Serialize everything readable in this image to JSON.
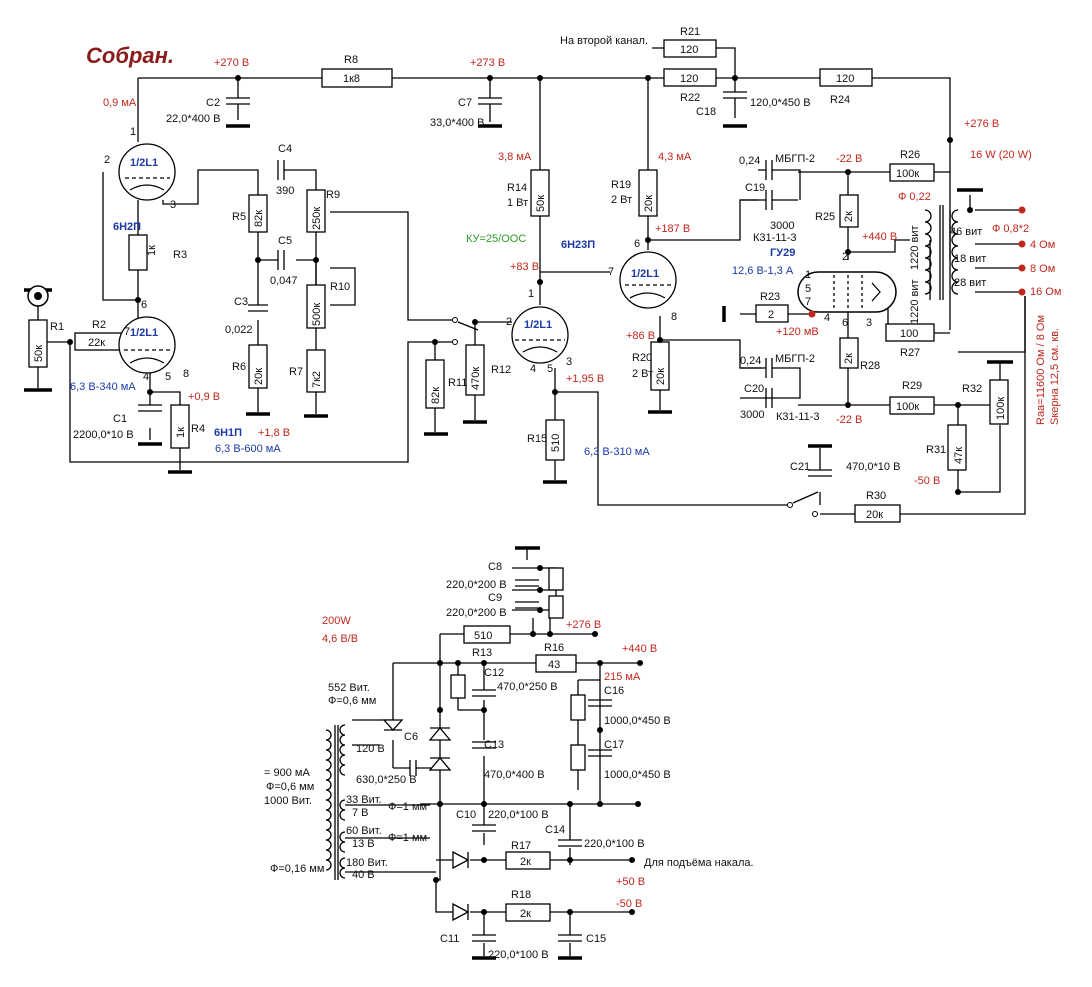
{
  "title": "Собран.",
  "colors": {
    "red": "#c0281e",
    "blue": "#1c3aa6",
    "green": "#2a9a2a",
    "title": "#8b1a1a"
  },
  "labels": {
    "v270": "+270 В",
    "v273": "+273 В",
    "v276": "+276 В",
    "v276b": "+276 В",
    "r8": "R8",
    "r8v": "1к8",
    "c2": "C2",
    "c2v": "22,0*400 В",
    "c7": "C7",
    "c7v": "33,0*400 В",
    "ma09": "0,9 мА",
    "ma38": "3,8 мА",
    "ma43": "4,3 мА",
    "second": "На второй канал.",
    "r21": "R21",
    "r21v": "120",
    "r22": "R22",
    "r22v": "120",
    "c18": "C18",
    "c18v": "120,0*450 В",
    "r24": "R24",
    "r24v": "120",
    "w16": "16 W (20 W)",
    "r26": "R26",
    "r26v": "100к",
    "mbgp1": "МБГП-2",
    "c19a": "0,24",
    "c19": "C19",
    "c19b": "3000",
    "k31a": "К31-11-3",
    "vm22a": "-22 В",
    "r25": "R25",
    "r25v": "2к",
    "v440": "+440 В",
    "gu29": "ГУ29",
    "gu29v": "12,6 В-1,3 А",
    "f022": "Ф 0,22",
    "f082": "Ф 0,8*2",
    "t1220a": "1220 вит",
    "t1220b": "1220 вит",
    "t46": "46 вит",
    "t18": "18 вит",
    "t28": "28 вит",
    "o4": "4 Ом",
    "o8": "8 Ом",
    "o16": "16 Ом",
    "raa": "Rаа=11600 Ом / 8 Ом",
    "core": "Sкерна 12,5 см. кв.",
    "r23": "R23",
    "r23v": "2",
    "mv120": "+120 мВ",
    "r27": "R27",
    "r27v": "100",
    "mbgp2": "МБГП-2",
    "c20a": "0,24",
    "c20": "C20",
    "c20b": "3000",
    "k31b": "К31-11-3",
    "vm22b": "-22 В",
    "r28": "R28",
    "r28v": "2к",
    "r29": "R29",
    "r29v": "100к",
    "r32": "R32",
    "r32v": "100к",
    "r31": "R31",
    "r31v": "47к",
    "vm50a": "-50 В",
    "r30": "R30",
    "r30v": "20к",
    "c21": "C21",
    "c21v": "470,0*10 В",
    "l2l1a": "1/2L1",
    "l2l1b": "1/2L1",
    "l2l1c": "1/2L1",
    "l2l1d": "1/2L1",
    "n6n2p": "6Н2П",
    "n6n1p": "6Н1П",
    "n6n23p": "6Н23П",
    "r3": "R3",
    "r3v": "1к",
    "c4": "C4",
    "c4v": "390",
    "r5": "R5",
    "r5v": "82к",
    "c5": "C5",
    "c5v": "0,047",
    "r9": "R9",
    "r9v": "250к",
    "r10": "R10",
    "r10v": "500к",
    "c3": "C3",
    "c3v": "0,022",
    "r6": "R6",
    "r6v": "20к",
    "r7": "R7",
    "r7v": "7к2",
    "r1": "R1",
    "r1v": "50к",
    "r2": "R2",
    "r2v": "22к",
    "h6340": "6,3 В-340 мА",
    "c1": "C1",
    "c1v": "2200,0*10 В",
    "r4": "R4",
    "r4v": "1к",
    "v09": "+0,9 В",
    "v18": "+1,8 В",
    "h6600": "6,3 В-600 мА",
    "ku": "КУ=25/ООС",
    "v83": "+83 В",
    "v187": "+187 В",
    "v86": "+86 В",
    "v195": "+1,95 В",
    "r14": "R14",
    "r14a": "1 Вт",
    "r14v": "50к",
    "r19": "R19",
    "r19a": "2 Вт",
    "r19v": "20к",
    "r20": "R20",
    "r20a": "2 Вт",
    "r20v": "20к",
    "r11": "R11",
    "r11v": "82к",
    "r12": "R12",
    "r12v": "470к",
    "r15": "R15",
    "r15v": "510",
    "h6310": "6,3 В-310 мА",
    "p1": "1",
    "p2": "2",
    "p3": "3",
    "p4": "4",
    "p5": "5",
    "p6": "6",
    "p7": "7",
    "p8": "8",
    "w200": "200W",
    "vpt": "4,6 В/В",
    "c8": "C8",
    "c8v": "220,0*200 В",
    "c9": "C9",
    "c9v": "220,0*200 В",
    "r13": "R13",
    "r13v": "510",
    "r16": "R16",
    "r16v": "43",
    "v440b": "+440 В",
    "ma215": "215 мА",
    "c12": "C12",
    "c12v": "470,0*250 В",
    "c16": "C16",
    "c16v": "1000,0*450 В",
    "c17": "C17",
    "c17v": "1000,0*450 В",
    "c13": "C13",
    "c13v": "470,0*400 В",
    "c6": "C6",
    "c6v": "630,0*250 В",
    "v120": "120 В",
    "t552": "552 Вит.",
    "f06a": "Ф=0,6 мм",
    "i900": "= 900 мА",
    "f06b": "Ф=0,6 мм",
    "t1000": "1000 Вит.",
    "t33": "33 Вит.",
    "v7": "7 В",
    "f1a": "Ф=1 мм",
    "t60": "60 Вит.",
    "v13": "13 В",
    "f1b": "Ф=1 мм",
    "t180": "180 Вит.",
    "v40": "40 В",
    "f016": "Ф=0,16 мм",
    "c10": "C10",
    "c10v": "220,0*100 В",
    "c14": "C14",
    "c14v": "220,0*100 В",
    "r17": "R17",
    "r17v": "2к",
    "heat": "Для подъёма накала.",
    "v50": "+50 В",
    "r18": "R18",
    "r18v": "2к",
    "vm50b": "-50 В",
    "c11": "C11",
    "c11v": "220,0*100 В",
    "c15": "C15"
  }
}
